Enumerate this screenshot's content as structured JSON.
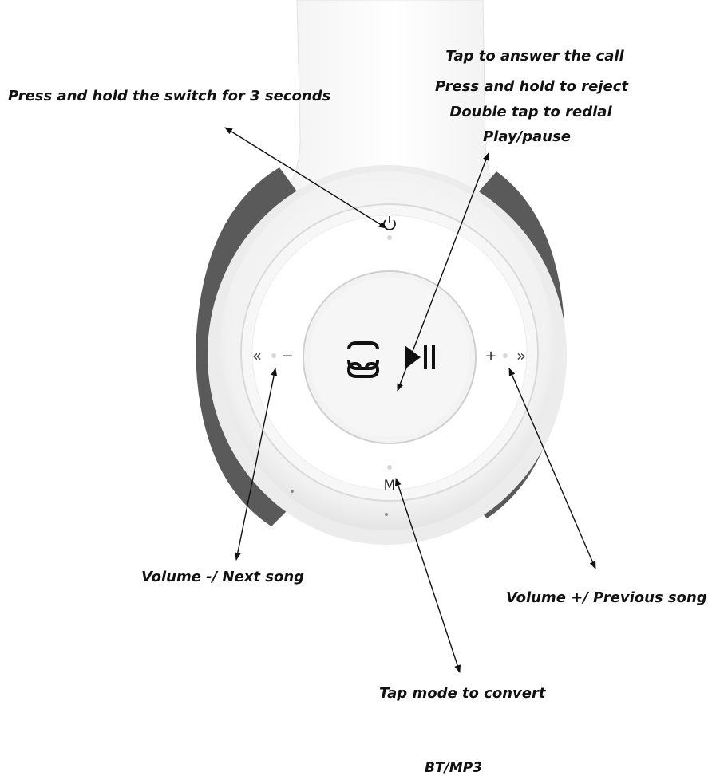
{
  "labels": {
    "power": "Press and hold the switch for 3 seconds",
    "call_answer": "Tap to answer the call",
    "call_reject": "Press and hold to reject",
    "call_redial": "Double tap to redial",
    "play_pause": "Play/pause",
    "volume_down": "Volume -/ Next song",
    "volume_up": "Volume +/ Previous song",
    "mode": "Tap mode to convert",
    "footer": "BT/MP3"
  },
  "device_marks": {
    "minus": "−",
    "plus": "+",
    "mode_letter": "M",
    "rewind": "«",
    "forward": "»"
  },
  "icons": [
    "power-icon",
    "phone-handset-icon",
    "play-pause-icon"
  ]
}
